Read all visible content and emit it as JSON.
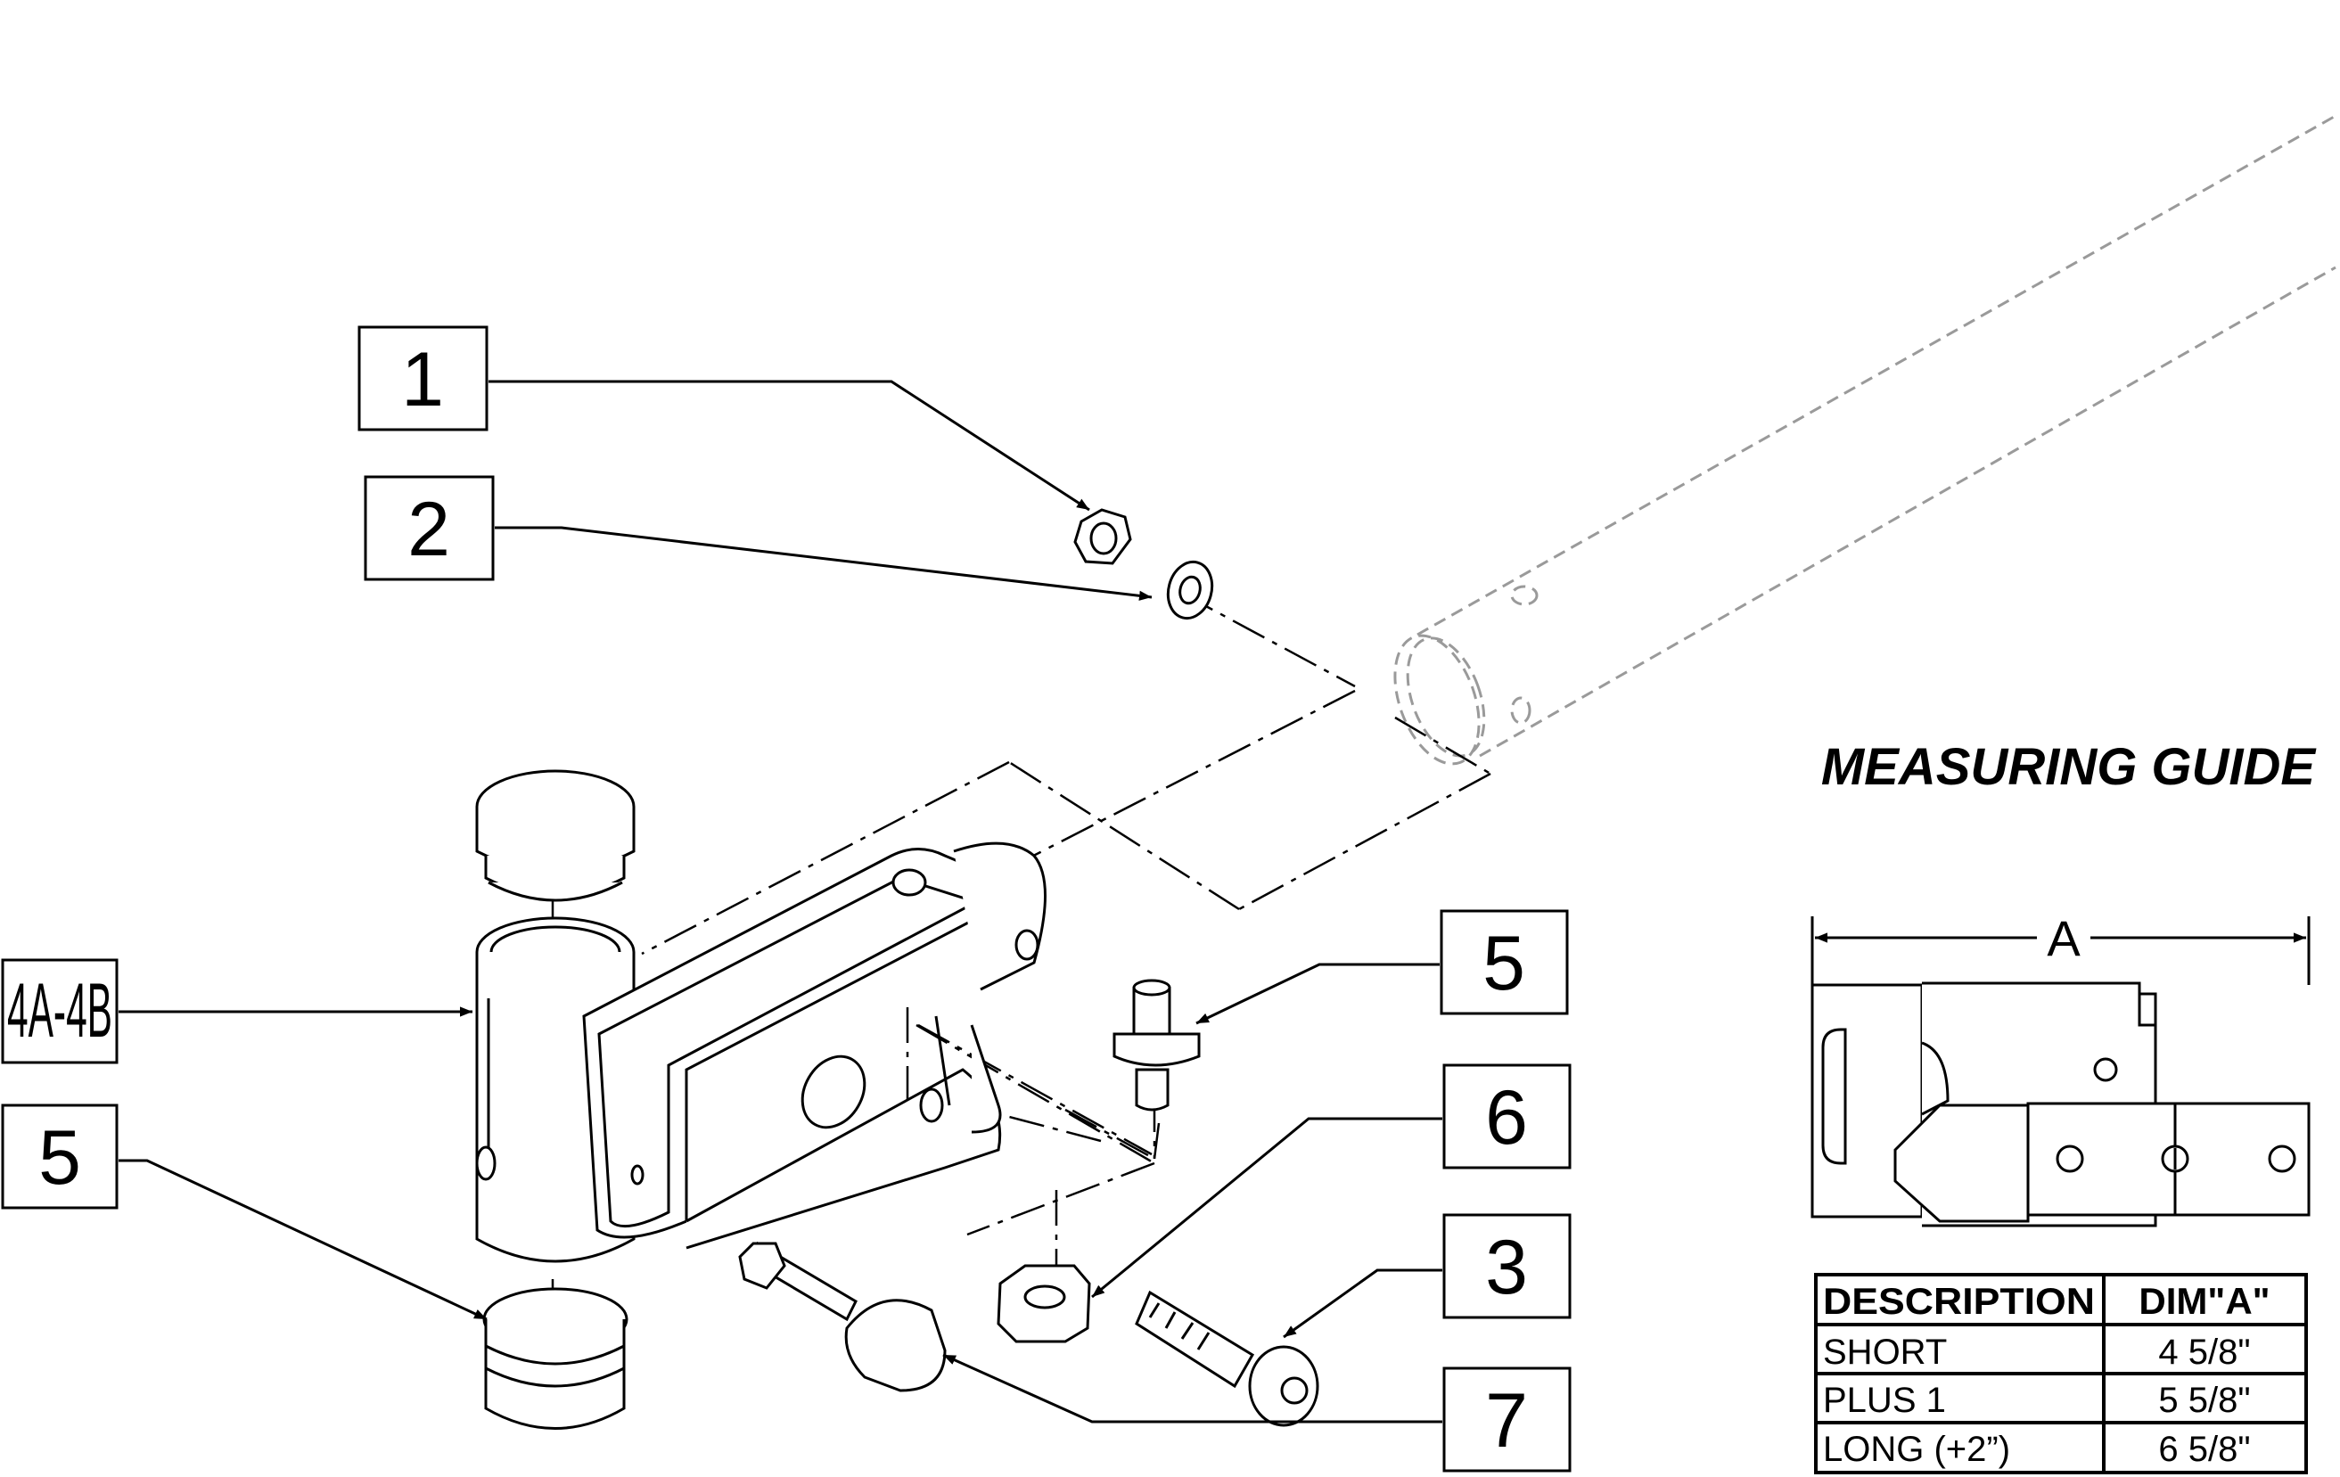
{
  "callouts": [
    {
      "id": "c1",
      "label": "1"
    },
    {
      "id": "c2",
      "label": "2"
    },
    {
      "id": "c4",
      "label": "4A-4B"
    },
    {
      "id": "c5a",
      "label": "5"
    },
    {
      "id": "c5b",
      "label": "5"
    },
    {
      "id": "c6",
      "label": "6"
    },
    {
      "id": "c3",
      "label": "3"
    },
    {
      "id": "c7",
      "label": "7"
    }
  ],
  "guide": {
    "title": "MEASURING GUIDE",
    "dimension_label": "A"
  },
  "table": {
    "headers": [
      "DESCRIPTION",
      "DIM\"A\""
    ],
    "rows": [
      [
        "SHORT",
        "4 5/8\""
      ],
      [
        "PLUS 1",
        "5 5/8\""
      ],
      [
        "LONG (+2”)",
        "6 5/8\""
      ]
    ]
  }
}
